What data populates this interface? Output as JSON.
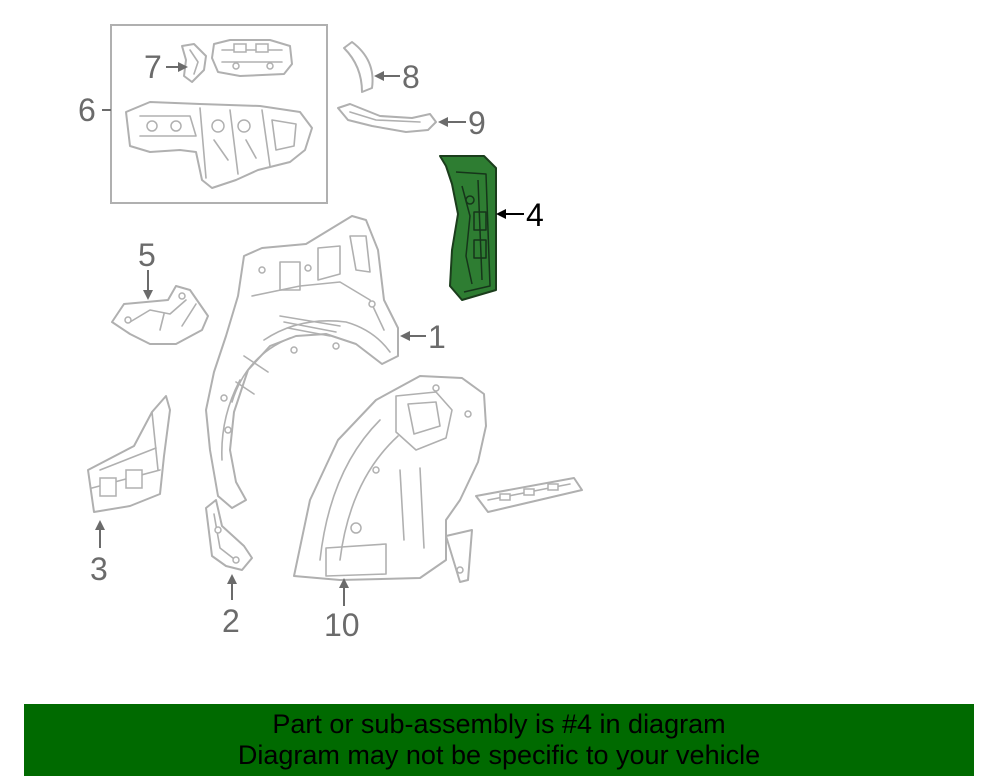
{
  "callouts": {
    "c1": "1",
    "c2": "2",
    "c3": "3",
    "c4": "4",
    "c5": "5",
    "c6": "6",
    "c7": "7",
    "c8": "8",
    "c9": "9",
    "c10": "10"
  },
  "highlighted_part": "4",
  "highlight_color": "#2e7d32",
  "banner": {
    "line1": "Part or sub-assembly is #4 in diagram",
    "line2": "Diagram may not be specific to your vehicle",
    "background": "#006a00"
  }
}
